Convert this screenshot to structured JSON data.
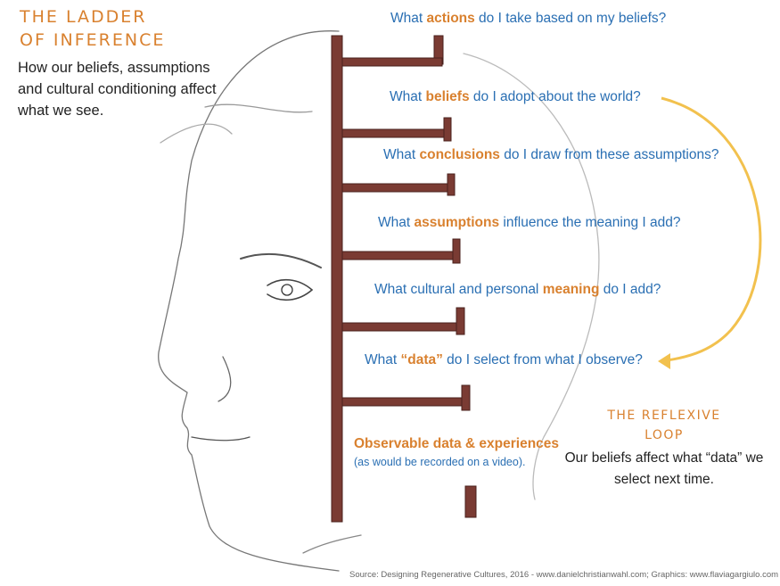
{
  "title": {
    "line1": "THE LADDER",
    "line2": "OF INFERENCE"
  },
  "subtitle": "How our beliefs, assumptions and cultural conditioning affect what we see.",
  "questions": [
    {
      "before": "What ",
      "highlight": "actions",
      "after": " do I take based on my beliefs?"
    },
    {
      "before": "What ",
      "highlight": "beliefs",
      "after": " do I adopt about the world?"
    },
    {
      "before": "What ",
      "highlight": "conclusions",
      "after": " do I draw from these assumptions?"
    },
    {
      "before": "What ",
      "highlight": "assumptions",
      "after": " influence the meaning I add?"
    },
    {
      "before": "What cultural and personal ",
      "highlight": "meaning",
      "after": " do I add?"
    },
    {
      "before": "What ",
      "highlight": "“data”",
      "after": " do I select from what I observe?"
    }
  ],
  "observable": {
    "title": "Observable data & experiences",
    "note": "(as would be recorded on a video)."
  },
  "reflexive_loop": {
    "title_line1": "THE REFLEXIVE",
    "title_line2": "LOOP",
    "text": "Our beliefs affect what “data” we select next time."
  },
  "source": "Source: Designing Regenerative Cultures, 2016 - www.danielchristianwahl.com; Graphics: www.flaviagargiulo.com",
  "colors": {
    "accent_orange": "#d9812f",
    "question_blue": "#2a6fb3",
    "ladder_brown": "#7a3b33",
    "loop_arrow": "#f2c14e"
  }
}
